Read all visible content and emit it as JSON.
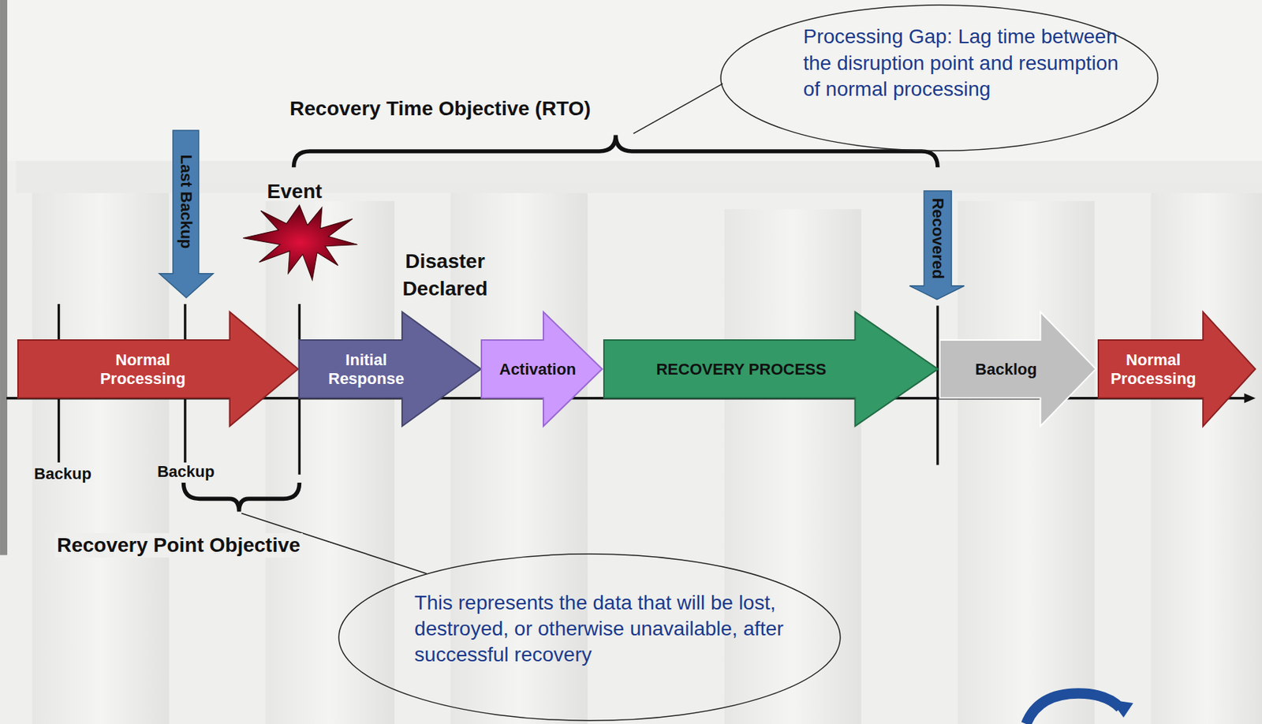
{
  "diagram": {
    "nodes": [
      {
        "text": [
          "Processing Gap: Lag time between the disruption point and resumption of normal processing"
        ]
      },
      {
        "text": [
          "Last Backup"
        ]
      },
      {
        "text": [
          "Recovered"
        ]
      },
      {
        "text": [
          "Normal Processing"
        ]
      },
      {
        "text": [
          "Initial Response"
        ]
      },
      {
        "text": [
          "Activation"
        ]
      },
      {
        "text": [
          "RECOVERY PROCESS"
        ]
      },
      {
        "text": [
          "Backlog"
        ]
      },
      {
        "text": [
          "Normal Processing"
        ]
      },
      {
        "text": [
          "This represents the data that will be lost, destroyed, or otherwise unavailable, after successful recovery"
        ]
      }
    ],
    "labels": [
      "Recovery Time Objective (RTO)",
      "Event",
      "Disaster Declared",
      "Backup",
      "Backup",
      "Recovery Point Objective"
    ]
  }
}
